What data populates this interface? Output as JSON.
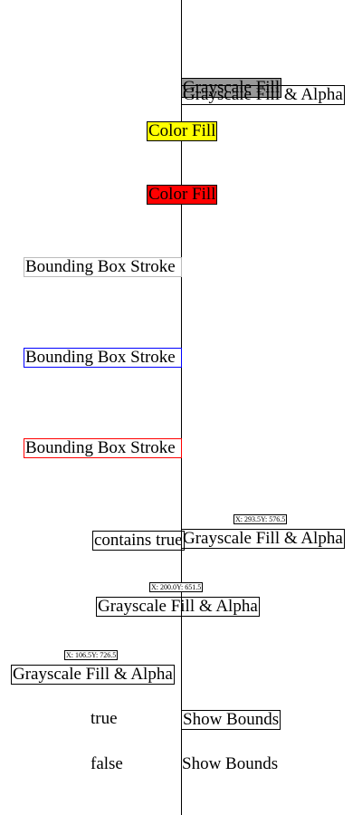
{
  "samples": {
    "grayscale_fill": {
      "label": "Grayscale Fill",
      "fill_color": "#999999"
    },
    "grayscale_fill_alpha_1": {
      "label": "Grayscale Fill & Alpha"
    },
    "color_fill_yellow": {
      "label": "Color Fill",
      "fill_color": "#ffff00"
    },
    "color_fill_red": {
      "label": "Color Fill",
      "fill_color": "#ff0000"
    },
    "bounding_box_stroke_gray": {
      "label": "Bounding Box Stroke",
      "stroke_color": "#bbbbbb"
    },
    "bounding_box_stroke_blue": {
      "label": "Bounding Box Stroke",
      "stroke_color": "#0000ff"
    },
    "bounding_box_stroke_red": {
      "label": "Bounding Box Stroke",
      "stroke_color": "#ff0000"
    },
    "contains_label": "contains true",
    "coord_1": "X: 293.5Y: 576.5",
    "grayscale_fill_alpha_2": {
      "label": "Grayscale Fill & Alpha"
    },
    "coord_2": "X: 200.0Y: 651.5",
    "grayscale_fill_alpha_3": {
      "label": "Grayscale Fill & Alpha"
    },
    "coord_3": "X: 106.5Y: 726.5",
    "grayscale_fill_alpha_4": {
      "label": "Grayscale Fill & Alpha"
    },
    "show_bounds_true": {
      "state": "true",
      "label": "Show Bounds"
    },
    "show_bounds_false": {
      "state": "false",
      "label": "Show Bounds"
    }
  }
}
